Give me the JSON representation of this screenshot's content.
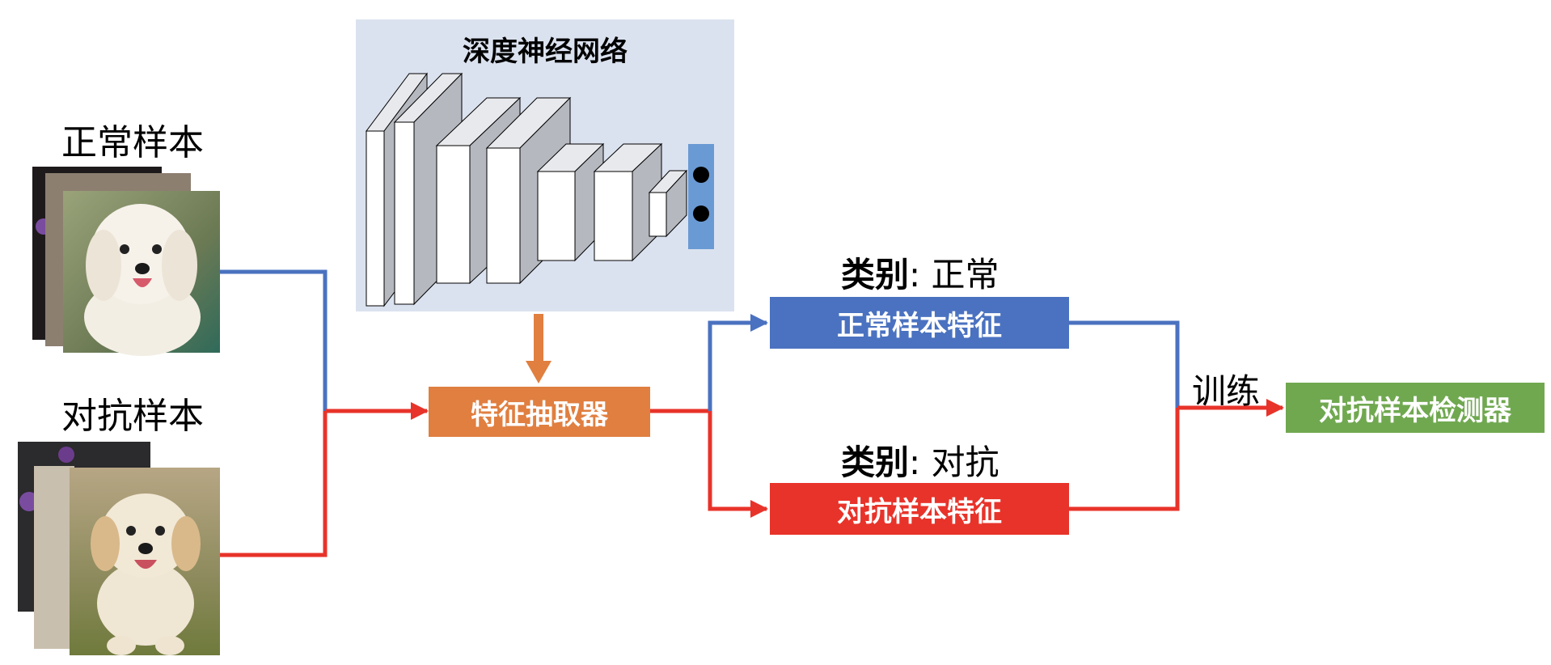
{
  "samples": {
    "normal_title": "正常样本",
    "adversarial_title": "对抗样本"
  },
  "network": {
    "title": "深度神经网络"
  },
  "extractor": {
    "label": "特征抽取器",
    "color": "#e07f40"
  },
  "branches": {
    "normal": {
      "class_prefix": "类别",
      "class_value": ": 正常",
      "feature_label": "正常样本特征",
      "color": "#4a72c0"
    },
    "adversarial": {
      "class_prefix": "类别",
      "class_value": ": 对抗",
      "feature_label": "对抗样本特征",
      "color": "#e8332a"
    }
  },
  "train_label": "训练",
  "detector": {
    "label": "对抗样本检测器",
    "color": "#70a850"
  }
}
